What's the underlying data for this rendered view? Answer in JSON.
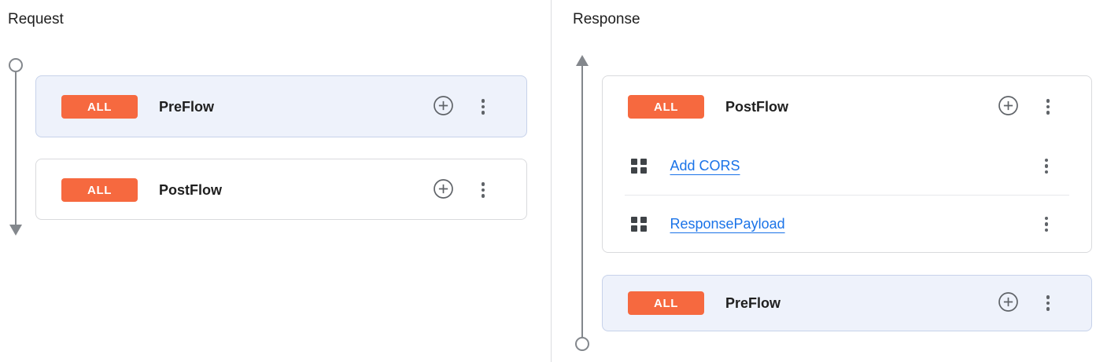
{
  "request": {
    "title": "Request",
    "cards": [
      {
        "badge": "ALL",
        "title": "PreFlow"
      },
      {
        "badge": "ALL",
        "title": "PostFlow"
      }
    ]
  },
  "response": {
    "title": "Response",
    "cards": [
      {
        "badge": "ALL",
        "title": "PostFlow",
        "policies": [
          "Add CORS",
          "ResponsePayload"
        ]
      },
      {
        "badge": "ALL",
        "title": "PreFlow"
      }
    ]
  },
  "colors": {
    "badge_bg": "#f6693f",
    "badge_text": "#ffffff",
    "selected_card_bg": "#eef2fb",
    "selected_card_border": "#c7d2ea",
    "card_border": "#d9dadd",
    "link": "#1a73e8",
    "icon": "#5f6368",
    "timeline": "#83878c"
  },
  "icons": {
    "add_circle": "plus-in-circle",
    "more_vert": "vertical-three-dots",
    "policy": "2x2-grid-squares",
    "timeline_start": "hollow-circle",
    "timeline_end_request": "arrow-down",
    "timeline_end_response": "arrow-up"
  }
}
